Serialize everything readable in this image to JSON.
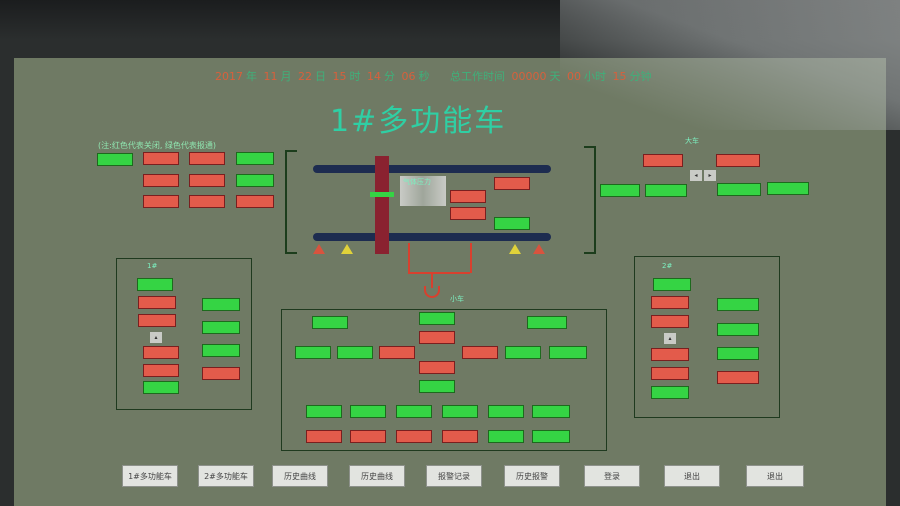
{
  "header": {
    "year": "2017",
    "year_unit": "年",
    "month": "11",
    "month_unit": "月",
    "day": "22",
    "day_unit": "日",
    "hour": "15",
    "hour_unit": "时",
    "minute": "14",
    "minute_unit": "分",
    "second": "06",
    "second_unit": "秒",
    "total_label": "总工作时间",
    "total_days": "00000",
    "days_unit": "天",
    "total_hours": "00",
    "hours_unit": "小时",
    "total_minutes": "15",
    "minutes_unit": "分钟"
  },
  "title": "1#多功能车",
  "hint": "(注:红色代表关闭, 绿色代表报通)",
  "dayche_label": "大车",
  "gas_label": "气体压力",
  "left_panel_label": "1#",
  "right_panel_label": "2#",
  "hook_label": "小车",
  "colors": {
    "green": "#35d444",
    "red": "#e35b4b",
    "title": "#2fcfa4",
    "screen": "#6f7a64"
  },
  "nav": [
    "1#多功能车",
    "2#多功能车",
    "历史曲线",
    "历史曲线",
    "报警记录",
    "历史报警",
    "登录",
    "退出",
    "退出"
  ]
}
